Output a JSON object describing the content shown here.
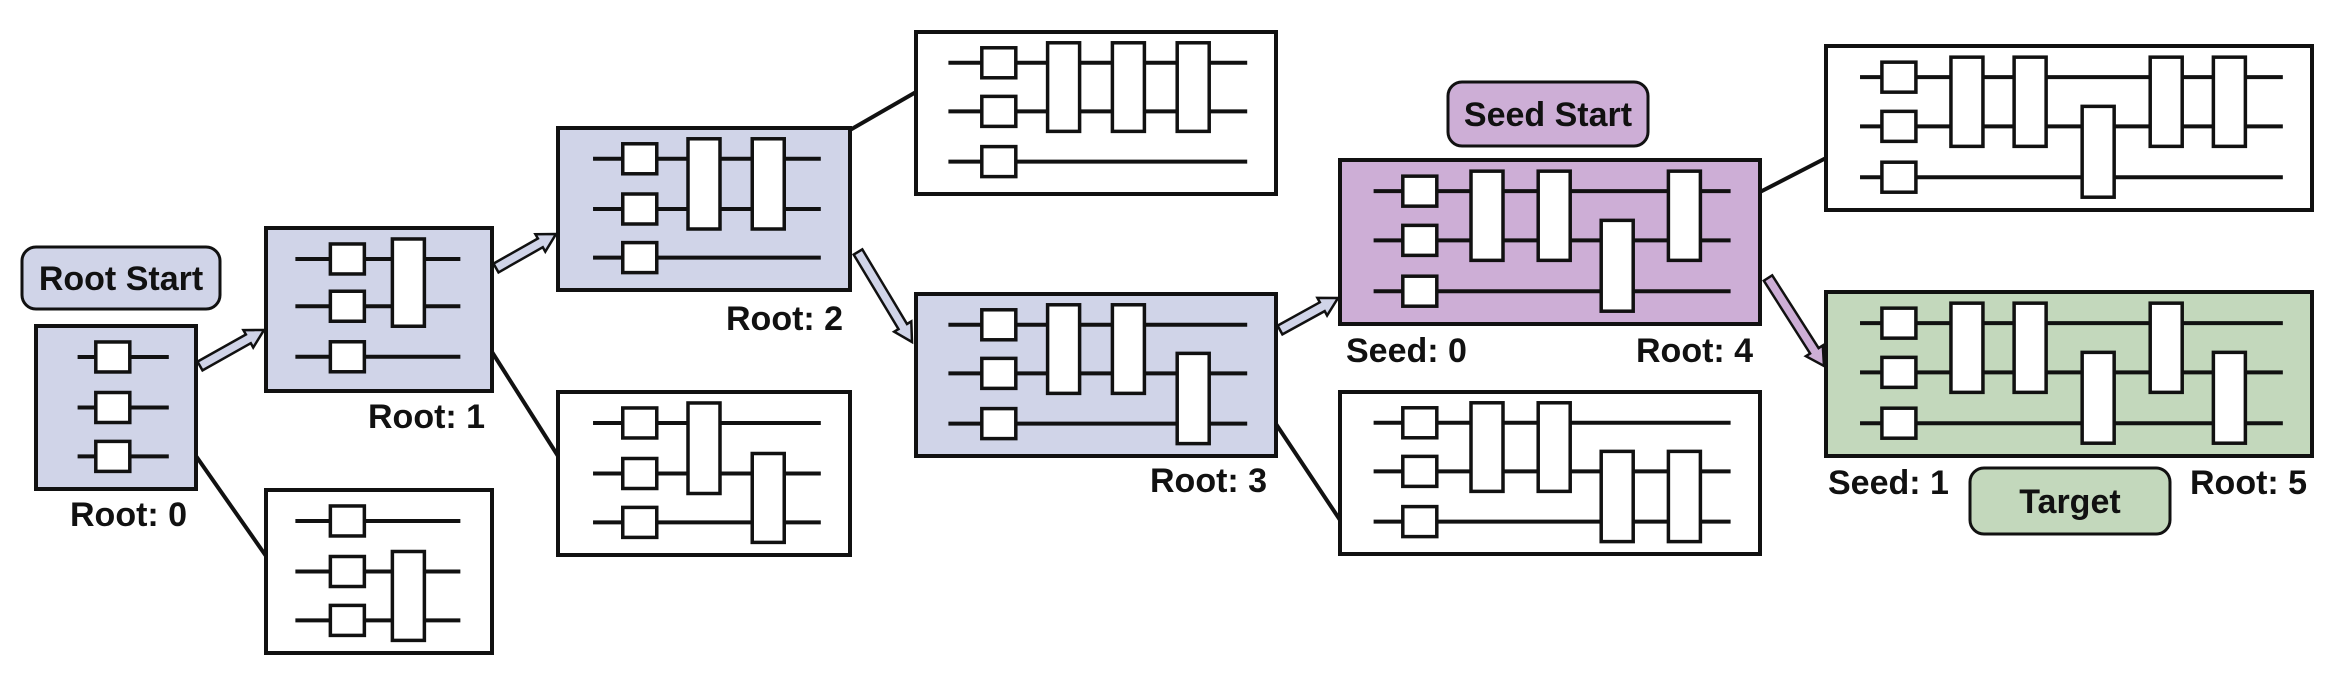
{
  "colors": {
    "root": "#d0d4e8",
    "seed": "#cdaed6",
    "target": "#c3d8bc",
    "plain": "#ffffff",
    "stroke": "#111111"
  },
  "pills": {
    "root_start": "Root Start",
    "seed_start": "Seed Start",
    "target": "Target"
  },
  "labels": {
    "root0": "Root: 0",
    "root1": "Root: 1",
    "root2": "Root: 2",
    "root3": "Root: 3",
    "root4": "Root: 4",
    "root5": "Root: 5",
    "seed0": "Seed: 0",
    "seed1": "Seed: 1"
  }
}
